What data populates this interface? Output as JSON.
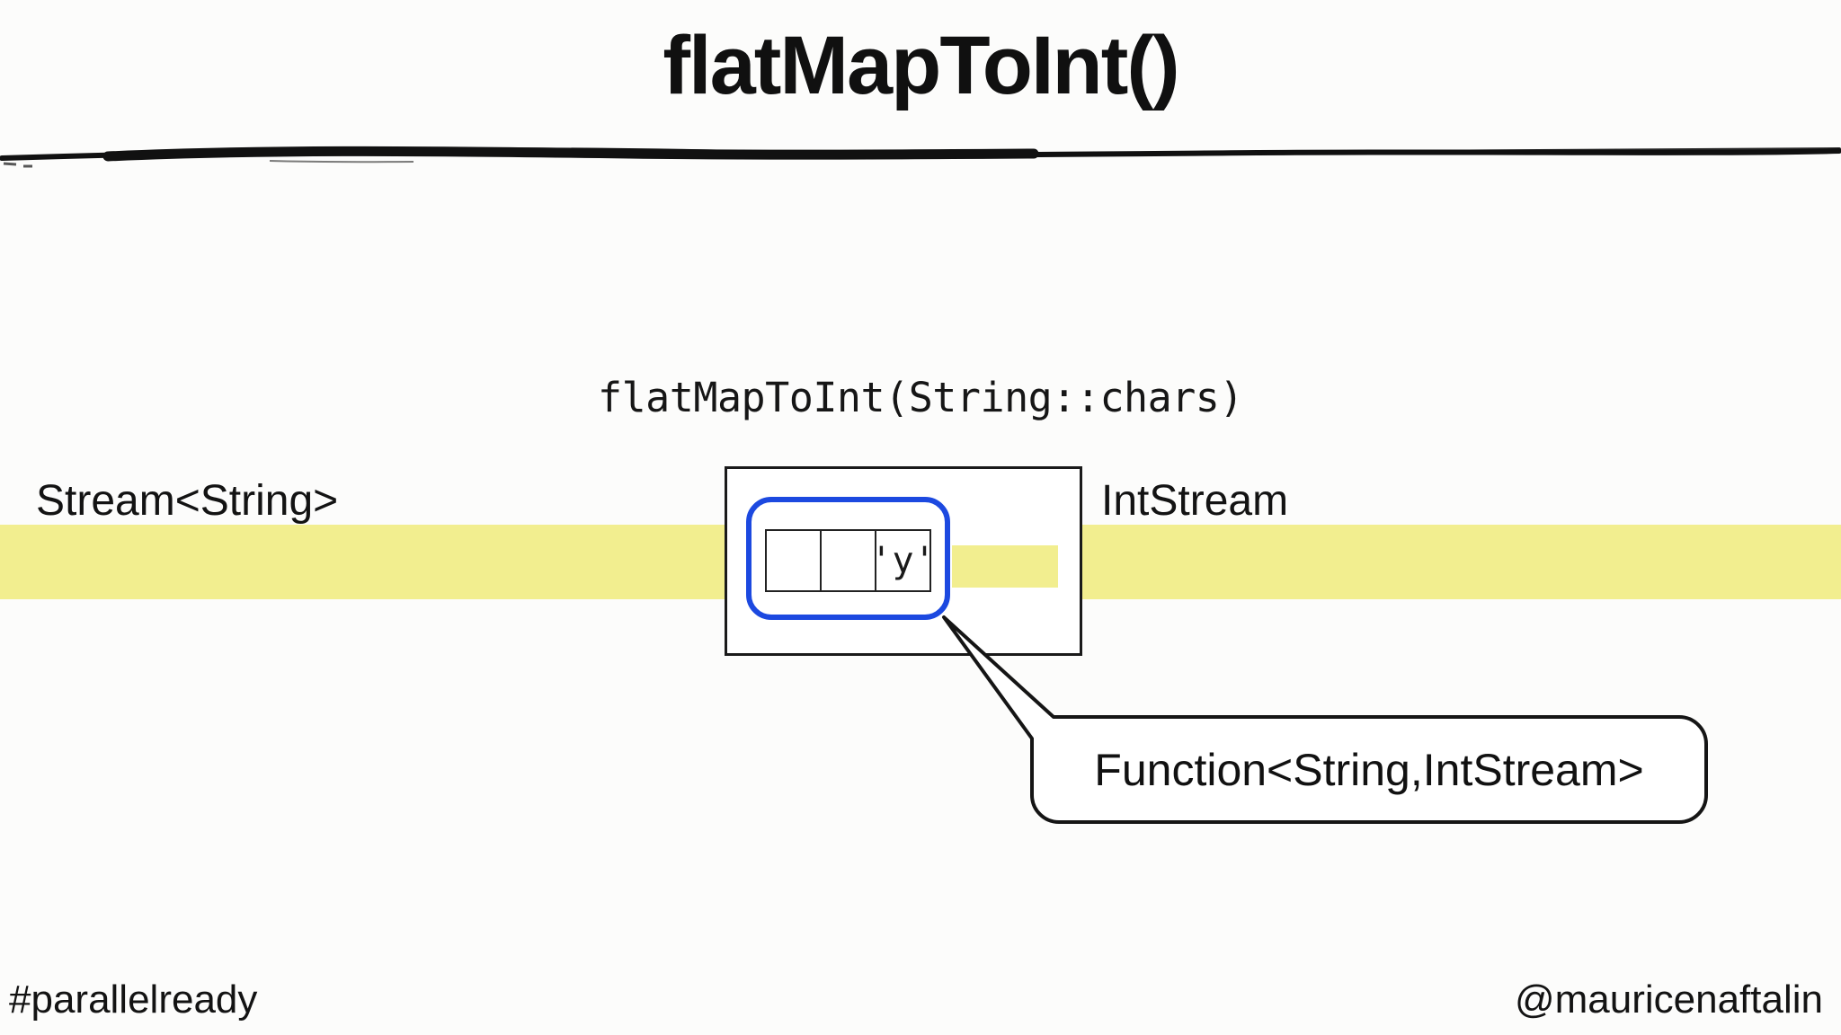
{
  "slide": {
    "title": "flatMapToInt()",
    "code_caption": "flatMapToInt(String::chars)",
    "labels": {
      "input": "Stream<String>",
      "output": "IntStream"
    },
    "lambda_cells": [
      "",
      "",
      "'y'"
    ],
    "callout": {
      "label": "Function<String,IntStream>"
    },
    "footer": {
      "left": "#parallelready",
      "right": "@mauricenaftalin"
    },
    "colors": {
      "highlight_yellow": "#f2ee8f",
      "lambda_blue": "#1c49e0",
      "ink": "#141414"
    }
  }
}
